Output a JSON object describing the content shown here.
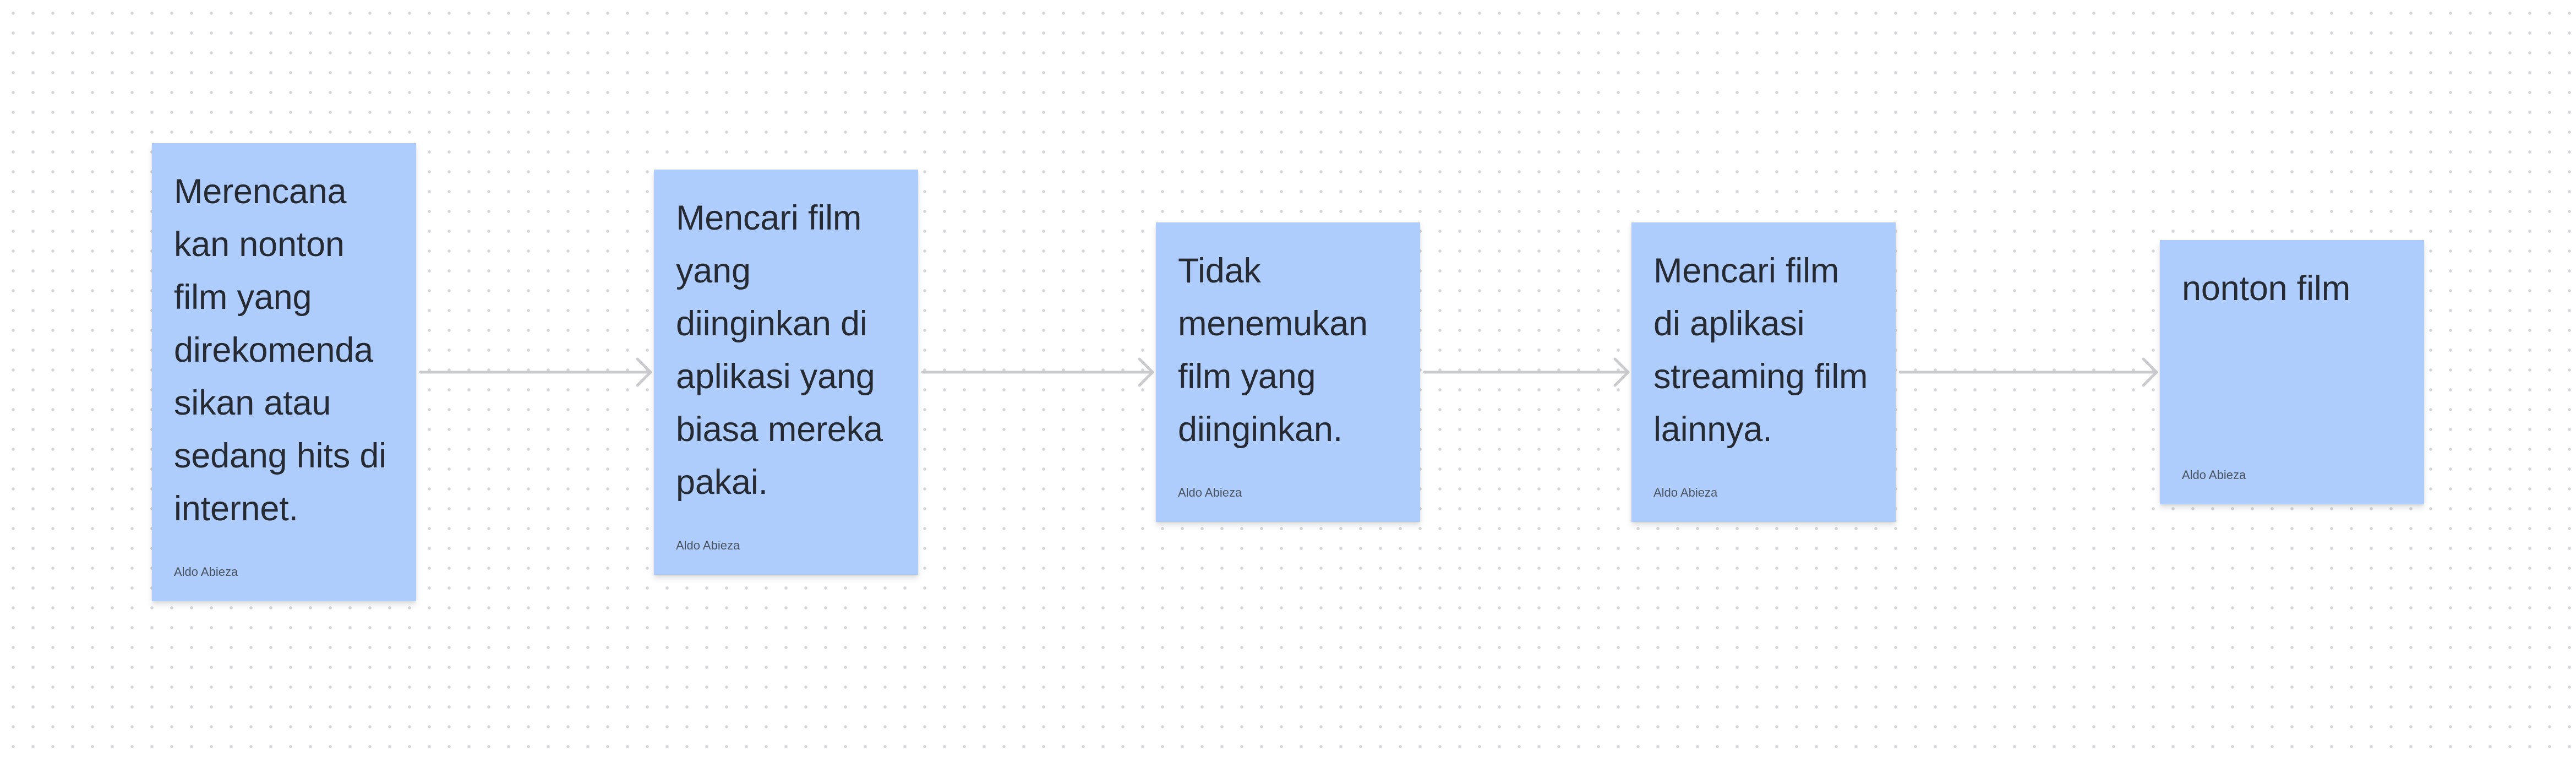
{
  "board": {
    "background": "#ffffff",
    "dot_color": "#d4d6da"
  },
  "connector_color": "#c9cbcf",
  "notes": [
    {
      "text": "Merencana kan nonton film yang direkomenda sikan atau sedang hits di internet.",
      "author": "Aldo Abieza",
      "color": "#afcdfc"
    },
    {
      "text": "Mencari film yang diinginkan di aplikasi yang biasa mereka pakai.",
      "author": "Aldo Abieza",
      "color": "#afcdfc"
    },
    {
      "text": "Tidak menemukan film yang diinginkan.",
      "author": "Aldo Abieza",
      "color": "#afcdfc"
    },
    {
      "text": "Mencari film di aplikasi streaming film lainnya.",
      "author": "Aldo Abieza",
      "color": "#afcdfc"
    },
    {
      "text": "nonton film",
      "author": "Aldo Abieza",
      "color": "#afcdfc"
    }
  ]
}
